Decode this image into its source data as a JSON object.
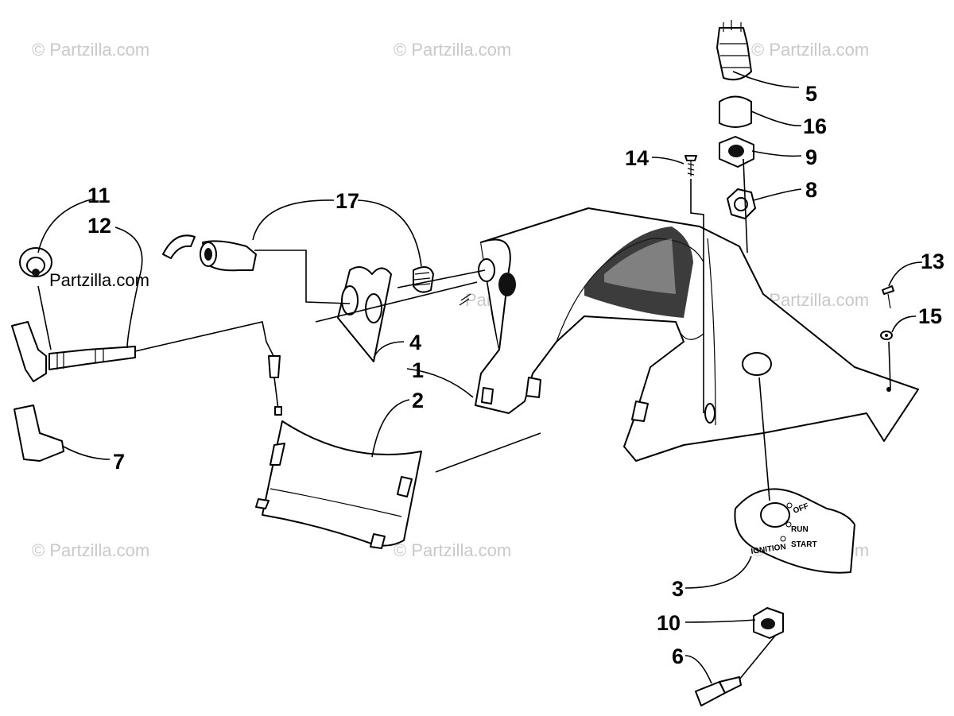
{
  "watermark": "© Partzilla.com",
  "watermark_inline": "Partzilla.com",
  "callouts": [
    "1",
    "2",
    "3",
    "4",
    "5",
    "6",
    "7",
    "8",
    "9",
    "10",
    "11",
    "12",
    "13",
    "14",
    "15",
    "16",
    "17"
  ],
  "ignition_plate": {
    "title": "IGNITION",
    "positions": [
      "OFF",
      "RUN",
      "START"
    ]
  }
}
